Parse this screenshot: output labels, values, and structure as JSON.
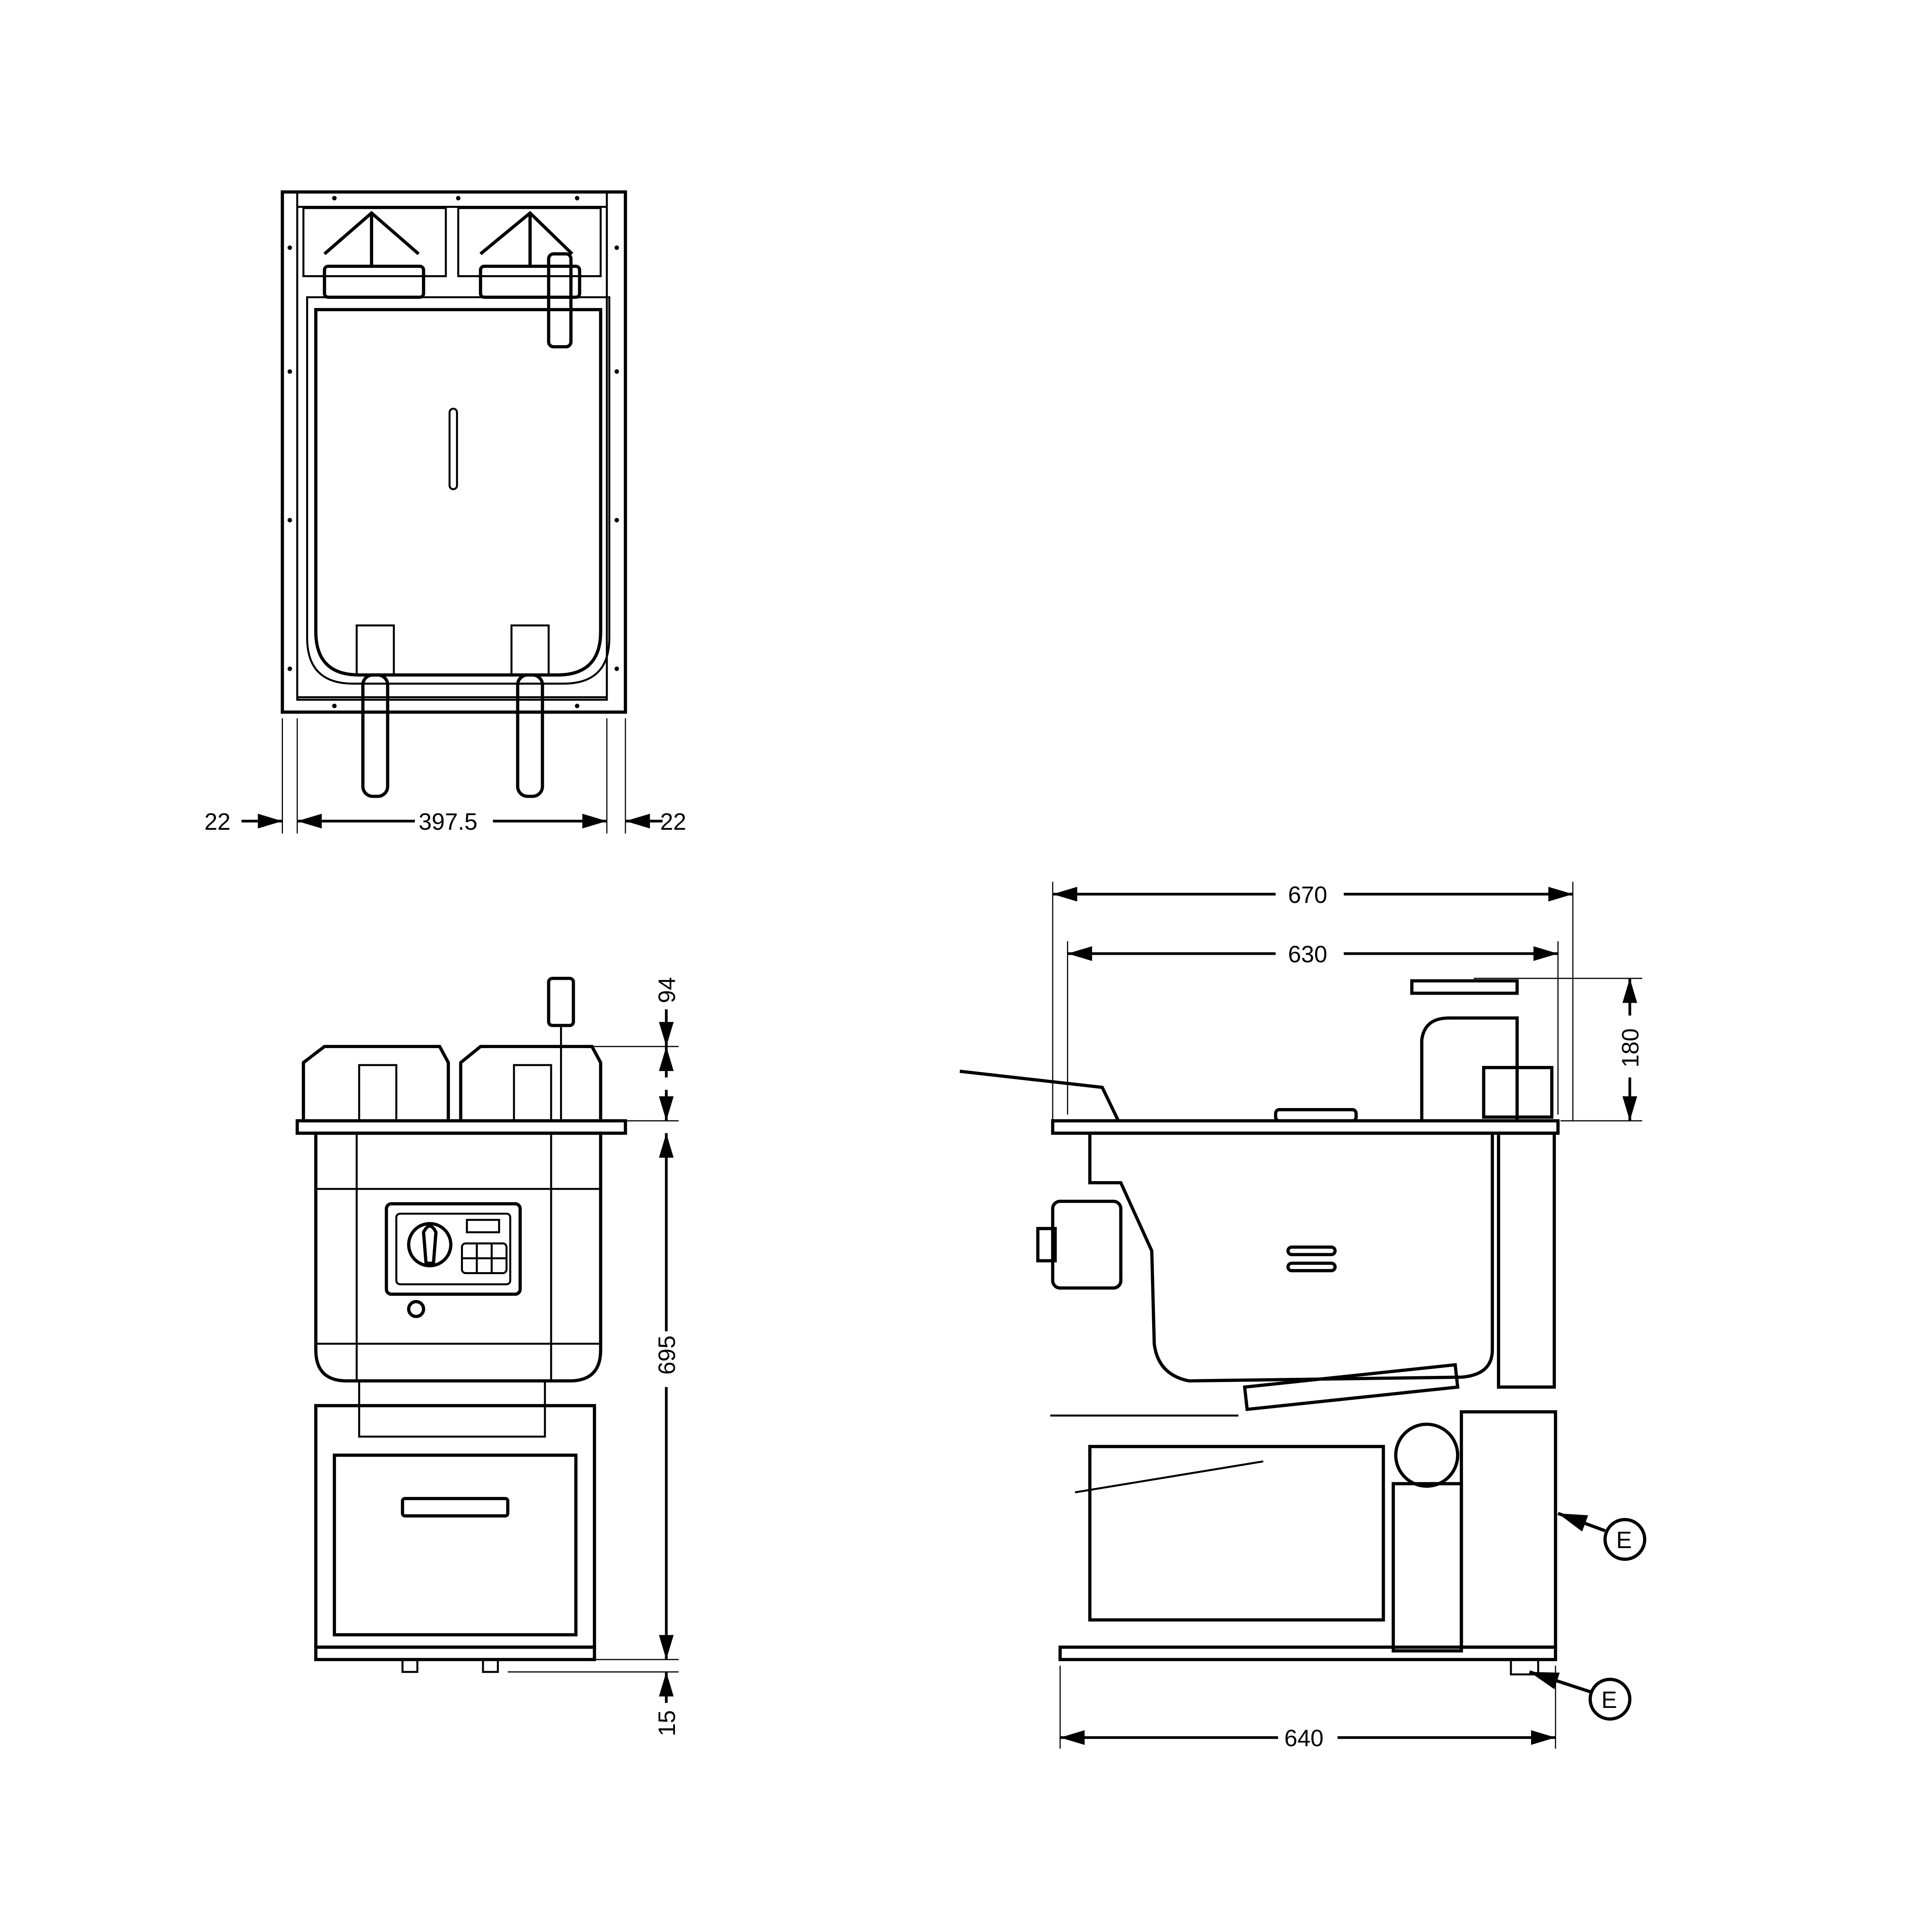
{
  "title": "Fryer dimensional drawing - top, front and side views",
  "top_view": {
    "dimensions": {
      "left_margin": "22",
      "width": "397.5",
      "right_margin": "22"
    }
  },
  "front_view": {
    "dimensions": {
      "top_height": "94",
      "body_height": "695",
      "foot_height": "15"
    }
  },
  "side_view": {
    "dimensions": {
      "overall_depth": "670",
      "top_depth": "630",
      "lift_height": "180",
      "base_depth": "640"
    },
    "callouts": [
      {
        "label": "E"
      },
      {
        "label": "E"
      }
    ]
  }
}
